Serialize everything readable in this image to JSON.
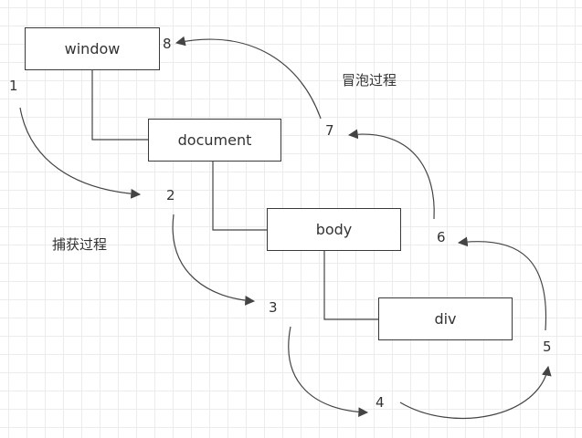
{
  "nodes": {
    "window": "window",
    "document": "document",
    "body": "body",
    "div": "div"
  },
  "steps": [
    "1",
    "2",
    "3",
    "4",
    "5",
    "6",
    "7",
    "8"
  ],
  "labels": {
    "capture": "捕获过程",
    "bubble": "冒泡过程"
  },
  "colors": {
    "line": "#444444",
    "box_border": "#3a3a3a",
    "text": "#333333",
    "grid": "#ececec"
  }
}
